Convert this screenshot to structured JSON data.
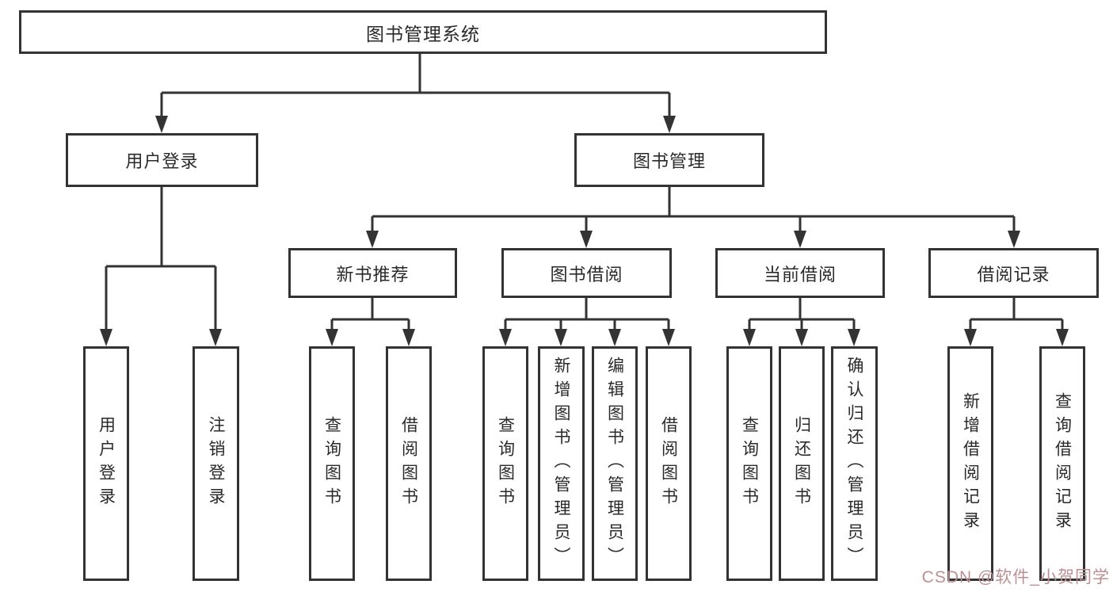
{
  "diagram": {
    "root_label": "图书管理系统",
    "branches": [
      {
        "label": "用户登录",
        "children": [
          "用户登录",
          "注销登录"
        ]
      },
      {
        "label": "图书管理",
        "children": [
          {
            "label": "新书推荐",
            "children": [
              "查询图书",
              "借阅图书"
            ]
          },
          {
            "label": "图书借阅",
            "children": [
              "查询图书",
              "新增图书（管理员）",
              "编辑图书（管理员）",
              "借阅图书"
            ]
          },
          {
            "label": "当前借阅",
            "children": [
              "查询图书",
              "归还图书",
              "确认归还（管理员）"
            ]
          },
          {
            "label": "借阅记录",
            "children": [
              "新增借阅记录",
              "查询借阅记录"
            ]
          }
        ]
      }
    ]
  },
  "watermark": {
    "text": "CSDN @软件_小贺同学"
  },
  "colors": {
    "line": "#333333",
    "box_border": "#333333",
    "text": "#2a2a2a",
    "watermark": "#bd8f92",
    "background": "#ffffff"
  }
}
